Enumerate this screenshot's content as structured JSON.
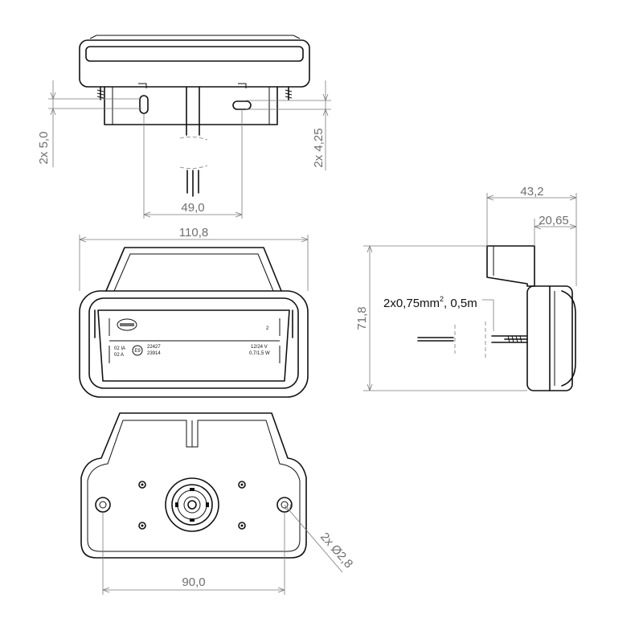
{
  "dimensions": {
    "slot_left": "2x 5,0",
    "slot_right": "2x 4,25",
    "slot_spacing": "49,0",
    "overall_width": "110,8",
    "side_depth_total": "43,2",
    "side_depth_partial": "20,65",
    "height": "71,8",
    "hole_spacing": "90,0",
    "hole_diameter": "2x Ø2,8"
  },
  "cable_note": {
    "prefix": "2x0,75mm",
    "superscript": "2",
    "suffix": ", 0,5m"
  },
  "lens_markings": {
    "number": "2",
    "row1_left": "02  IA",
    "row2_left": "02  A",
    "approval_code": "E9",
    "approval_no_1": "22427",
    "approval_no_2": "23914",
    "voltage": "12/24 V",
    "power": "0,7/1,5 W"
  }
}
